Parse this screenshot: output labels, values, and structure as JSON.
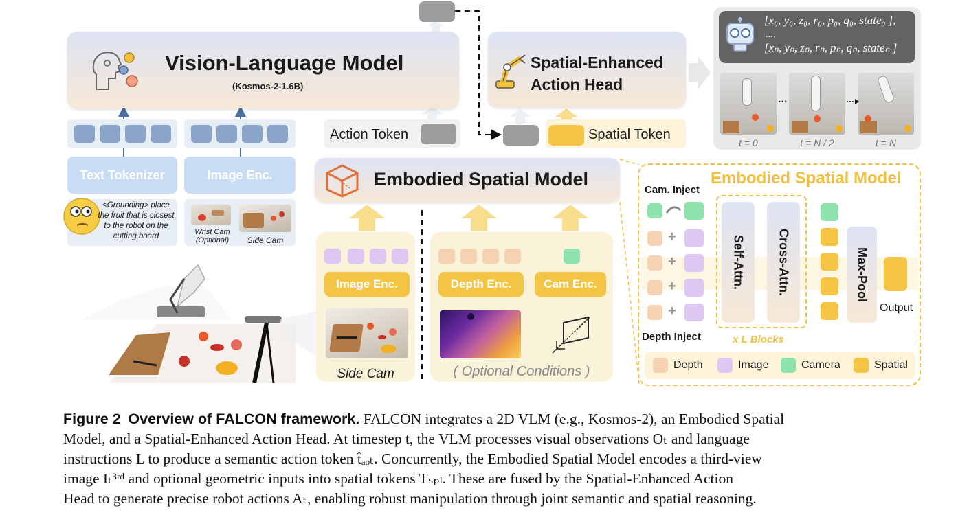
{
  "vlm": {
    "title": "Vision-Language Model",
    "subtitle": "(Kosmos-2-1.6B)"
  },
  "action_head": {
    "line1": "Spatial-Enhanced",
    "line2": "Action Head"
  },
  "output_states": {
    "line1": "[x₀, y₀, z₀, r₀, p₀, q₀, state₀ ],",
    "line2": "...,",
    "line3": "[xₙ, yₙ, zₙ, rₙ, pₙ, qₙ, stateₙ ]"
  },
  "timesteps": [
    "t = 0",
    "t = N / 2",
    "t = N"
  ],
  "ellipsis": "...",
  "action_token_label": "Action Token",
  "spatial_token_label": "Spatial Token",
  "text_tokenizer": "Text Tokenizer",
  "image_enc_left": "Image Enc.",
  "instruction": "<Grounding> place the fruit that is closest to the robot on the cutting board",
  "wrist_cam": "Wrist Cam (Optional)",
  "side_cam_small": "Side Cam",
  "esm_main": "Embodied Spatial Model",
  "image_enc_mid": "Image Enc.",
  "depth_enc": "Depth Enc.",
  "cam_enc": "Cam Enc.",
  "side_cam": "Side Cam",
  "optional_conditions": "( Optional Conditions )",
  "esm_detail": {
    "title": "Embodied Spatial Model",
    "cam_inject": "Cam. Inject",
    "depth_inject": "Depth Inject",
    "self_attn": "Self-Attn.",
    "cross_attn": "Cross-Attn.",
    "blocks": "x L Blocks",
    "max_pool": "Max-Pool",
    "output": "Output",
    "legend": [
      {
        "label": "Depth",
        "color": "#f6d2b2"
      },
      {
        "label": "Image",
        "color": "#dcc8f2"
      },
      {
        "label": "Camera",
        "color": "#8ee2ad"
      },
      {
        "label": "Spatial",
        "color": "#f5c444"
      }
    ]
  },
  "caption": {
    "label": "Figure 2",
    "heading": "Overview of FALCON framework.",
    "text1": " FALCON integrates a 2D VLM (e.g., Kosmos-2), an Embodied Spatial",
    "text2": "Model, and a Spatial-Enhanced Action Head. At timestep t, the VLM processes visual observations Oₜ and language",
    "text3": "instructions L to produce a semantic action token t̂ₐₒₜ. Concurrently, the Embodied Spatial Model encodes a third-view",
    "text4": "image Iₜ³ʳᵈ and optional geometric inputs into spatial tokens Tₛₚₗ. These are fused by the Spatial-Enhanced Action",
    "text5": "Head to generate precise robot actions Aₜ, enabling robust manipulation through joint semantic and spatial reasoning."
  }
}
